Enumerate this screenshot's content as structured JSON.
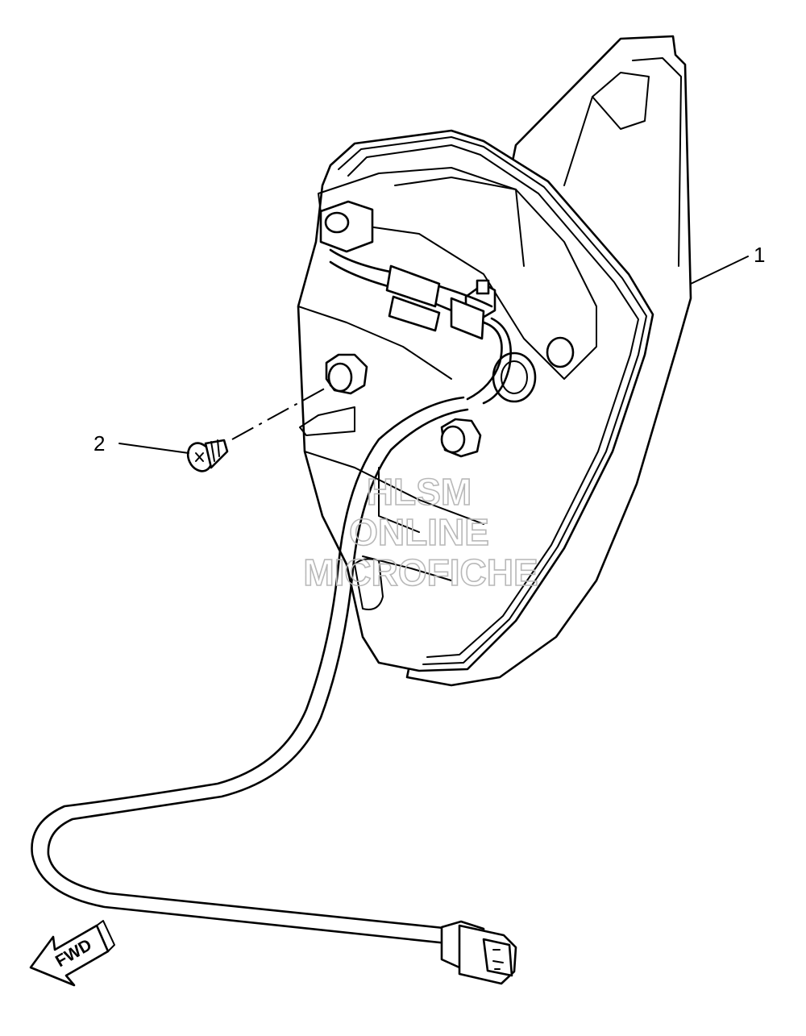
{
  "callouts": [
    {
      "label": "1"
    },
    {
      "label": "2"
    }
  ],
  "watermark": {
    "line1": "HLSM",
    "line2": "ONLINE",
    "line3": "MICROFICHE"
  },
  "direction_label": "FWD"
}
